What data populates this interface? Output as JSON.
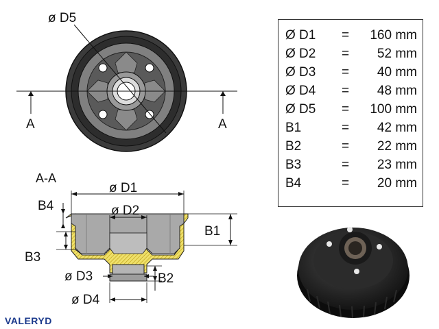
{
  "labels": {
    "d5": "ø D5",
    "section_left": "A",
    "section_right": "A",
    "section_title": "A-A",
    "d1": "ø D1",
    "d2": "ø D2",
    "d3": "ø D3",
    "d4": "ø D4",
    "b1": "B1",
    "b2": "B2",
    "b3": "B3",
    "b4": "B4"
  },
  "specs": [
    {
      "key": "Ø D1",
      "eq": "=",
      "value": "160 mm"
    },
    {
      "key": "Ø D2",
      "eq": "=",
      "value": "52 mm"
    },
    {
      "key": "Ø D3",
      "eq": "=",
      "value": "40 mm"
    },
    {
      "key": "Ø D4",
      "eq": "=",
      "value": "48 mm"
    },
    {
      "key": "Ø D5",
      "eq": "=",
      "value": "100 mm"
    },
    {
      "key": "B1",
      "eq": "=",
      "value": "42 mm"
    },
    {
      "key": "B2",
      "eq": "=",
      "value": "22 mm"
    },
    {
      "key": "B3",
      "eq": "=",
      "value": "23 mm"
    },
    {
      "key": "B4",
      "eq": "=",
      "value": "20 mm"
    }
  ],
  "brand": "VALERYD",
  "colors": {
    "drum_dark": "#3a3a3a",
    "drum_mid": "#6b6b6b",
    "section_fill": "#a9a9a9",
    "hatch": "#e8d34a",
    "brand": "#1b3a8c"
  }
}
